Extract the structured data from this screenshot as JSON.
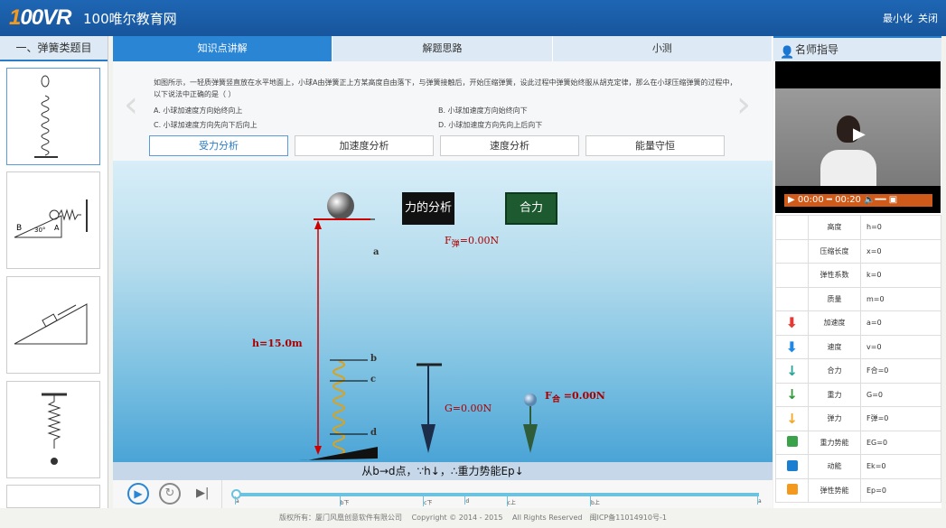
{
  "header": {
    "logo": "100VR",
    "title": "100唯尔教育网",
    "minimize": "最小化",
    "close": "关闭"
  },
  "left": {
    "title": "一、弹簧类题目"
  },
  "tabs": [
    "知识点讲解",
    "解题思路",
    "小测"
  ],
  "question": {
    "text": "如图所示，一轻质弹簧竖直放在水平地面上，小球A由弹簧正上方某高度自由落下，与弹簧接触后，开始压缩弹簧，设此过程中弹簧始终服从胡克定律，那么在小球压缩弹簧的过程中，以下说法中正确的是（ ）",
    "options": [
      "A. 小球加速度方向始终向上",
      "B. 小球加速度方向始终向下",
      "C. 小球加速度方向先向下后向上",
      "D. 小球加速度方向先向上后向下"
    ]
  },
  "analysis_buttons": [
    "受力分析",
    "加速度分析",
    "速度分析",
    "能量守恒"
  ],
  "sim": {
    "btn_force": "力的分析",
    "btn_net": "合力",
    "label_a": "a",
    "label_b": "b",
    "label_c": "c",
    "label_d": "d",
    "height": "h=15.0m",
    "f_spring": "F",
    "f_spring_sub": "弹",
    "f_spring_val": "=0.00N",
    "gravity": "G=0.00N",
    "f_net": "F",
    "f_net_sub": "合",
    "f_net_val": " =0.00N"
  },
  "caption": "从b→d点，∵h↓，∴重力势能Ep↓",
  "timeline": {
    "marks": [
      "a",
      "b下",
      "c下",
      "d",
      "c上",
      "b上",
      "a"
    ],
    "progress": 0
  },
  "right": {
    "title": "名师指导",
    "video": {
      "current": "00:00",
      "duration": "00:20"
    },
    "rows": [
      {
        "icon": "",
        "name": "高度",
        "value": "h=0"
      },
      {
        "icon": "",
        "name": "压缩长度",
        "value": "x=0"
      },
      {
        "icon": "",
        "name": "弹性系数",
        "value": "k=0"
      },
      {
        "icon": "",
        "name": "质量",
        "value": "m=0"
      },
      {
        "icon": "arrow-red",
        "name": "加速度",
        "value": "a=0"
      },
      {
        "icon": "arrow-blue",
        "name": "速度",
        "value": "v=0"
      },
      {
        "icon": "arrow-teal",
        "name": "合力",
        "value": "F合=0"
      },
      {
        "icon": "arrow-green",
        "name": "重力",
        "value": "G=0"
      },
      {
        "icon": "arrow-orange",
        "name": "弹力",
        "value": "F弹=0"
      },
      {
        "icon": "square-green",
        "name": "重力势能",
        "value": "EG=0"
      },
      {
        "icon": "square-blue",
        "name": "动能",
        "value": "Ek=0"
      },
      {
        "icon": "square-orange",
        "name": "弹性势能",
        "value": "Ep=0"
      }
    ]
  },
  "colors": {
    "arrow-red": "#e53935",
    "arrow-blue": "#1e88e5",
    "arrow-teal": "#26a69a",
    "arrow-green": "#2e9a3a",
    "arrow-orange": "#f5a623",
    "square-green": "#3aa34a",
    "square-blue": "#1a7fd0",
    "square-orange": "#f39a1e"
  },
  "footer": "版权所有：厦门风凰创意软件有限公司　 Copyright © 2014 - 2015　 All Rights Reserved　闽ICP备11014910号-1"
}
